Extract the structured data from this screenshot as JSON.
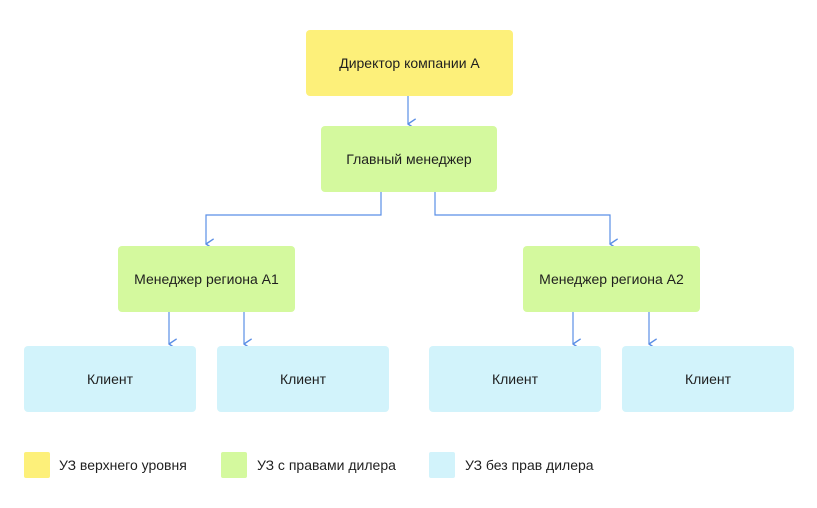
{
  "diagram": {
    "director": "Директор компании А",
    "head_manager": "Главный менеджер",
    "region_manager_a1": "Менеджер региона А1",
    "region_manager_a2": "Менеджер региона А2",
    "clients": [
      "Клиент",
      "Клиент",
      "Клиент",
      "Клиент"
    ]
  },
  "legend": {
    "items": [
      {
        "label": "УЗ верхнего уровня",
        "color": "#fdf07a"
      },
      {
        "label": "УЗ с правами дилера",
        "color": "#d4f99e"
      },
      {
        "label": "УЗ без прав дилера",
        "color": "#d2f3fb"
      }
    ]
  },
  "colors": {
    "top_level": "#fdf07a",
    "dealer": "#d4f99e",
    "no_dealer": "#d2f3fb",
    "connector": "#5b8fe6"
  }
}
